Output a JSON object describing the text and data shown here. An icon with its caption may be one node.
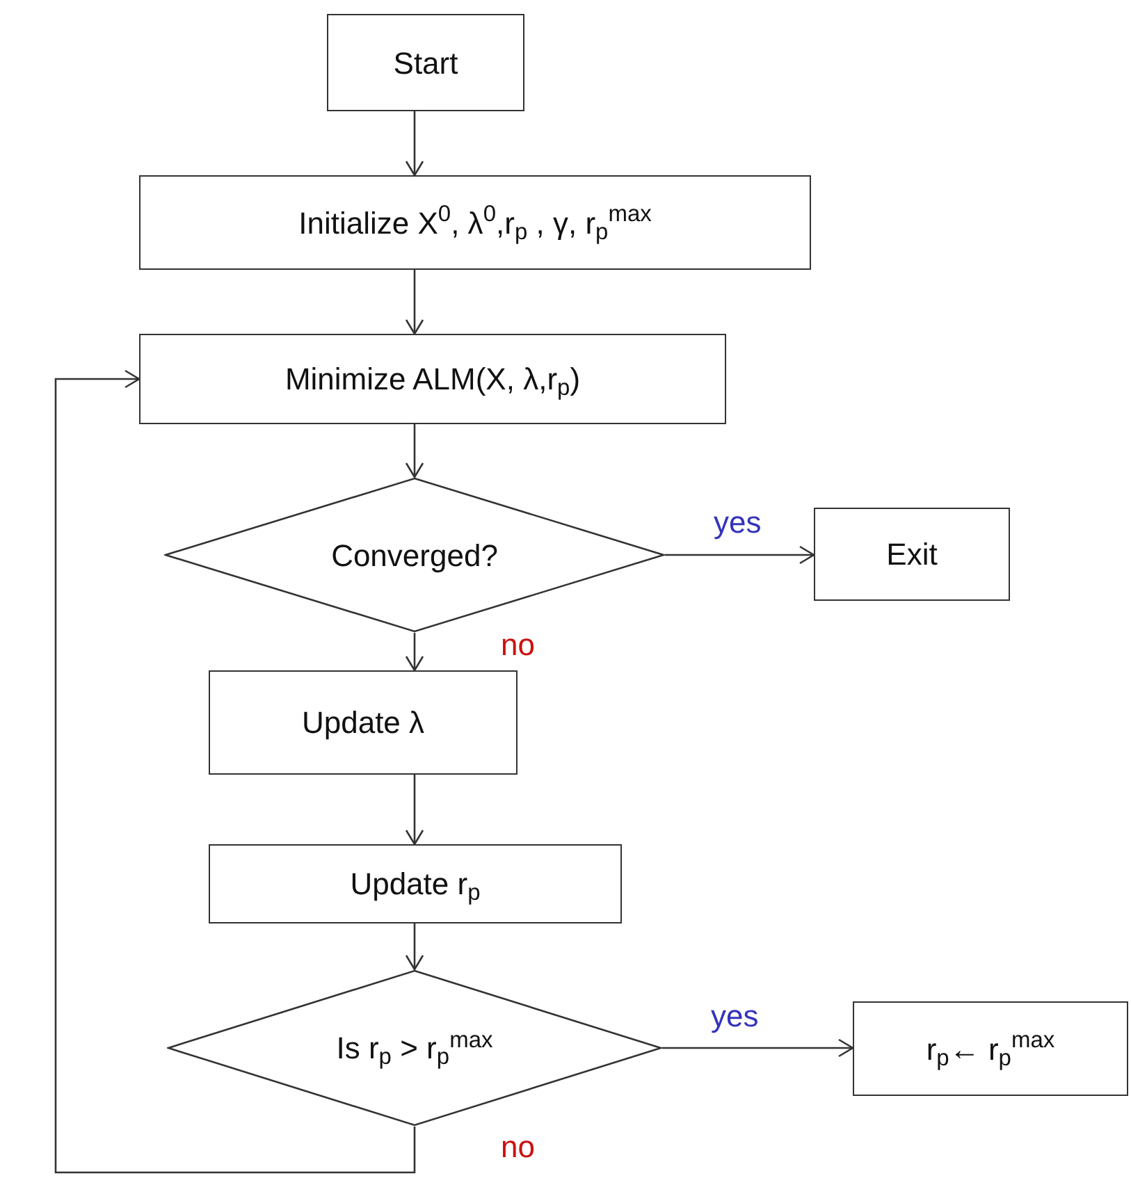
{
  "diagram": {
    "nodes": [
      {
        "text": [
          "Start"
        ]
      },
      {
        "text": [
          "Initialize X$^{0}$, λ$^{0}$,r$_{p}$ , γ, r$_{p}$$^{max}$"
        ]
      },
      {
        "text": [
          "Minimize ALM(X, λ,r$_{p}$)"
        ]
      },
      {
        "text": [
          "Converged?"
        ]
      },
      {
        "text": [
          "Exit"
        ]
      },
      {
        "text": [
          "Update λ"
        ]
      },
      {
        "text": [
          "Update r$_{p}$"
        ]
      },
      {
        "text": [
          "Is r$_{p}$ > r$_{p}$$^{max}$"
        ]
      },
      {
        "text": [
          "r$_{p}$← r$_{p}$$^{max}$"
        ]
      }
    ],
    "edges": [
      {
        "from": 0,
        "to": 1,
        "arrow": "to"
      },
      {
        "from": 1,
        "to": 2,
        "arrow": "to"
      },
      {
        "from": 2,
        "to": 3,
        "arrow": "to"
      },
      {
        "from": 3,
        "to": 4,
        "arrow": "to",
        "label": "yes"
      },
      {
        "from": 3,
        "to": 5,
        "arrow": "to",
        "label": "no"
      },
      {
        "from": 5,
        "to": 6,
        "arrow": "to"
      },
      {
        "from": 6,
        "to": 7,
        "arrow": "to"
      },
      {
        "from": 7,
        "to": 8,
        "arrow": "to",
        "label": "yes"
      },
      {
        "from": 7,
        "to": 2,
        "arrow": "to",
        "label": "no"
      }
    ]
  }
}
